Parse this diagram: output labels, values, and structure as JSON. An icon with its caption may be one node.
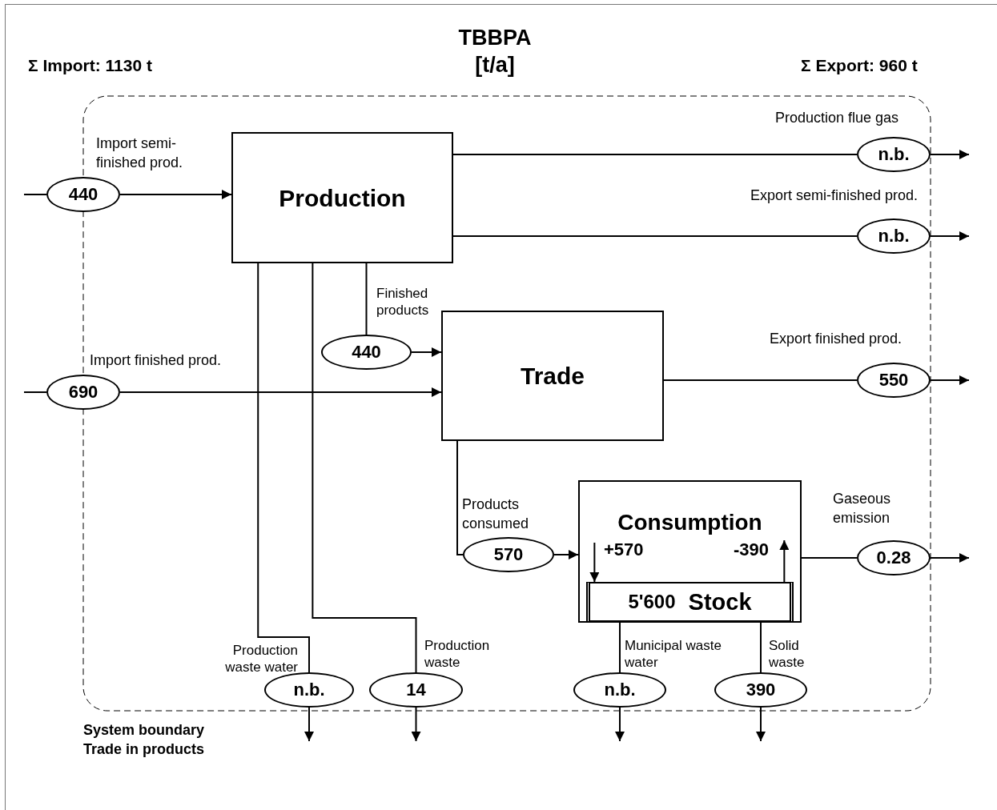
{
  "diagram": {
    "title": "TBBPA [t/a]",
    "nodes": [
      {
        "text": [
          "Production"
        ]
      },
      {
        "text": [
          "Trade"
        ]
      },
      {
        "text": [
          "Consumption"
        ]
      },
      {
        "text": [
          "5'600",
          "Stock"
        ],
        "in": 2
      },
      {
        "text": [
          "440"
        ],
        "beside": [
          "Import semi-finished prod."
        ]
      },
      {
        "text": [
          "690"
        ],
        "beside": [
          "Import finished prod."
        ]
      },
      {
        "text": [
          "n.b."
        ],
        "beside": [
          "Production flue gas"
        ]
      },
      {
        "text": [
          "n.b."
        ],
        "beside": [
          "Export semi-finished prod."
        ]
      },
      {
        "text": [
          "440"
        ],
        "beside": [
          "Finished products"
        ]
      },
      {
        "text": [
          "550"
        ],
        "beside": [
          "Export finished prod."
        ]
      },
      {
        "text": [
          "570"
        ],
        "beside": [
          "Products consumed"
        ]
      },
      {
        "text": [
          "0.28"
        ],
        "beside": [
          "Gaseous emission"
        ]
      },
      {
        "text": [
          "n.b."
        ],
        "beside": [
          "Production waste water"
        ]
      },
      {
        "text": [
          "14"
        ],
        "beside": [
          "Production waste"
        ]
      },
      {
        "text": [
          "n.b."
        ],
        "beside": [
          "Municipal waste water"
        ]
      },
      {
        "text": [
          "390"
        ],
        "beside": [
          "Solid waste"
        ]
      }
    ],
    "edges": [
      {
        "from": null,
        "to": 4,
        "arrow": "none"
      },
      {
        "from": null,
        "to": 5,
        "arrow": "none"
      },
      {
        "from": 4,
        "to": 0,
        "arrow": "to"
      },
      {
        "from": 5,
        "to": 1,
        "arrow": "to"
      },
      {
        "from": 0,
        "to": 6,
        "arrow": "none"
      },
      {
        "from": 6,
        "to": null,
        "arrow": "to"
      },
      {
        "from": 0,
        "to": 7,
        "arrow": "none"
      },
      {
        "from": 7,
        "to": null,
        "arrow": "to"
      },
      {
        "from": 0,
        "to": 8,
        "arrow": "none"
      },
      {
        "from": 8,
        "to": 1,
        "arrow": "to"
      },
      {
        "from": 1,
        "to": 9,
        "arrow": "none"
      },
      {
        "from": 9,
        "to": null,
        "arrow": "to"
      },
      {
        "from": 1,
        "to": 10,
        "arrow": "none"
      },
      {
        "from": 10,
        "to": 2,
        "arrow": "to"
      },
      {
        "from": 2,
        "to": 11,
        "arrow": "none"
      },
      {
        "from": 11,
        "to": null,
        "arrow": "to"
      },
      {
        "from": 0,
        "to": 12,
        "arrow": "none"
      },
      {
        "from": 12,
        "to": null,
        "arrow": "to"
      },
      {
        "from": 0,
        "to": 13,
        "arrow": "none"
      },
      {
        "from": 13,
        "to": null,
        "arrow": "to"
      },
      {
        "from": 3,
        "to": 14,
        "arrow": "none"
      },
      {
        "from": 14,
        "to": null,
        "arrow": "to"
      },
      {
        "from": 3,
        "to": 15,
        "arrow": "none"
      },
      {
        "from": 15,
        "to": null,
        "arrow": "to"
      },
      {
        "from": null,
        "to": 3,
        "arrow": "to",
        "label": "+570"
      },
      {
        "from": 3,
        "to": null,
        "arrow": "to",
        "label": "-390"
      }
    ],
    "labels": [
      "Σ Import: 1130 t",
      "Σ Export: 960 t",
      "System boundary Trade in products"
    ]
  }
}
